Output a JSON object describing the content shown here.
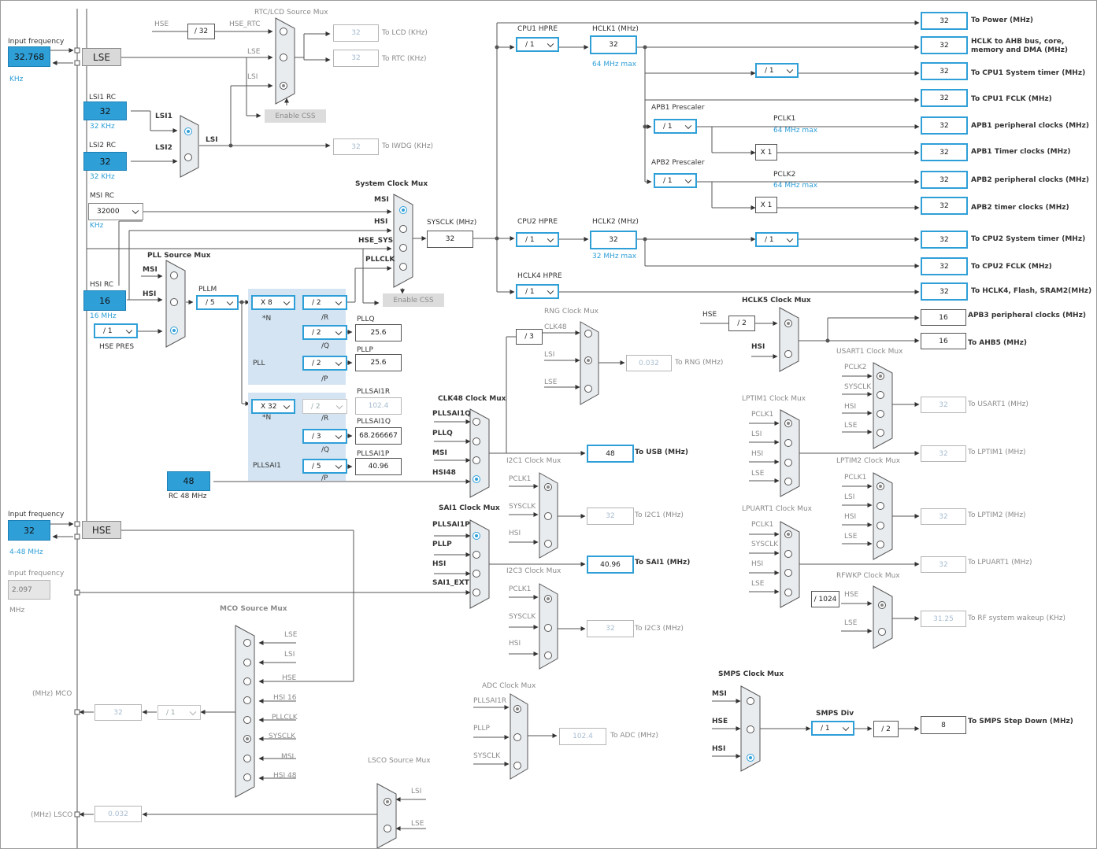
{
  "inputs": {
    "lse_in_label": "Input frequency",
    "lse_in_value": "32.768",
    "lse_in_unit": "KHz",
    "lse_name": "LSE",
    "hse_in_label": "Input frequency",
    "hse_in_value": "32",
    "hse_in_unit": "4-48 MHz",
    "hse_name": "HSE",
    "ext_in_label": "Input frequency",
    "ext_in_value": "2.097",
    "ext_in_unit": "MHz"
  },
  "lsi1": {
    "label": "LSI1 RC",
    "value": "32",
    "unit": "32 KHz"
  },
  "lsi2": {
    "label": "LSI2 RC",
    "value": "32",
    "unit": "32 KHz"
  },
  "msi": {
    "label": "MSI RC",
    "value": "32000",
    "unit": "KHz"
  },
  "hsi": {
    "label": "HSI RC",
    "value": "16",
    "unit": "16 MHz",
    "pres_label": "HSE PRES",
    "pres_value": "/ 1"
  },
  "rc48": {
    "value": "48",
    "label": "RC 48 MHz"
  },
  "rtc": {
    "title": "RTC/LCD Source Mux",
    "hse": "HSE",
    "div": "/ 32",
    "hse_rtc": "HSE_RTC",
    "lse": "LSE",
    "lsi": "LSI",
    "lcd_value": "32",
    "lcd_label": "To LCD (KHz)",
    "rtc_value": "32",
    "rtc_label": "To RTC (KHz)",
    "css": "Enable CSS"
  },
  "lsi_mux": {
    "lsi1": "LSI1",
    "lsi2": "LSI2",
    "out": "LSI",
    "iwdg_value": "32",
    "iwdg_label": "To IWDG (KHz)"
  },
  "sysmux": {
    "title": "System Clock Mux",
    "msi": "MSI",
    "hsi": "HSI",
    "hse_sys": "HSE_SYS",
    "pllclk": "PLLCLK",
    "sysclk_label": "SYSCLK (MHz)",
    "sysclk_value": "32",
    "css": "Enable CSS"
  },
  "pll": {
    "title": "PLL Source Mux",
    "msi": "MSI",
    "hsi": "HSI",
    "pllm_label": "PLLM",
    "pllm": "/ 5",
    "n": "X 8",
    "n_label": "*N",
    "r": "/ 2",
    "r_label": "/R",
    "q": "/ 2",
    "q_label": "/Q",
    "p": "/ 2",
    "p_label": "/P",
    "name": "PLL",
    "pllq_label": "PLLQ",
    "pllq_value": "25.6",
    "pllp_label": "PLLP",
    "pllp_value": "25.6"
  },
  "pllsai1": {
    "n": "X 32",
    "n_label": "*N",
    "r": "/ 2",
    "r_label": "/R",
    "q": "/ 3",
    "q_label": "/Q",
    "p": "/ 5",
    "p_label": "/P",
    "name": "PLLSAI1",
    "r_out_label": "PLLSAI1R",
    "r_out": "102.4",
    "q_out_label": "PLLSAI1Q",
    "q_out": "68.266667",
    "p_out_label": "PLLSAI1P",
    "p_out": "40.96"
  },
  "right": {
    "cpu1_hpre_label": "CPU1 HPRE",
    "cpu1_hpre": "/ 1",
    "hclk1_label": "HCLK1 (MHz)",
    "hclk1_value": "32",
    "hclk1_max": "64 MHz max",
    "power_value": "32",
    "power_label": "To Power (MHz)",
    "ahb_value": "32",
    "ahb_label1": "HCLK to AHB bus, core,",
    "ahb_label2": "memory and DMA (MHz)",
    "cpu1_systimer_div": "/ 1",
    "cpu1_systimer_value": "32",
    "cpu1_systimer_label": "To CPU1 System timer (MHz)",
    "cpu1_fclk_value": "32",
    "cpu1_fclk_label": "To CPU1 FCLK (MHz)",
    "apb1_label": "APB1 Prescaler",
    "apb1": "/ 1",
    "pclk1_label": "PCLK1",
    "pclk1_max": "64 MHz max",
    "apb1_periph_value": "32",
    "apb1_periph_label": "APB1 peripheral clocks (MHz)",
    "apb1_x": "X 1",
    "apb1_timer_value": "32",
    "apb1_timer_label": "APB1 Timer clocks (MHz)",
    "apb2_label": "APB2 Prescaler",
    "apb2": "/ 1",
    "pclk2_label": "PCLK2",
    "pclk2_max": "64 MHz max",
    "apb2_periph_value": "32",
    "apb2_periph_label": "APB2 peripheral clocks (MHz)",
    "apb2_x": "X 1",
    "apb2_timer_value": "32",
    "apb2_timer_label": "APB2 timer clocks (MHz)",
    "cpu2_hpre_label": "CPU2 HPRE",
    "cpu2_hpre": "/ 1",
    "hclk2_label": "HCLK2 (MHz)",
    "hclk2_value": "32",
    "hclk2_max": "32 MHz max",
    "cpu2_systimer_div": "/ 1",
    "cpu2_systimer_value": "32",
    "cpu2_systimer_label": "To CPU2 System timer (MHz)",
    "cpu2_fclk_value": "32",
    "cpu2_fclk_label": "To CPU2 FCLK (MHz)",
    "hclk4_label": "HCLK4 HPRE",
    "hclk4": "/ 1",
    "hclk4_value": "32",
    "hclk4_out_label": "To HCLK4, Flash, SRAM2(MHz)"
  },
  "hclk5": {
    "title": "HCLK5 Clock Mux",
    "hse": "HSE",
    "div": "/ 2",
    "hsi": "HSI",
    "apb3_value": "16",
    "apb3_label": "APB3 peripheral clocks (MHz)",
    "ahb5_value": "16",
    "ahb5_label": "To AHB5 (MHz)"
  },
  "rng": {
    "title": "RNG Clock Mux",
    "div": "/ 3",
    "clk48": "CLK48",
    "lsi": "LSI",
    "lse": "LSE",
    "value": "0.032",
    "label": "To RNG (MHz)"
  },
  "clk48": {
    "title": "CLK48 Clock Mux",
    "pllsai1q": "PLLSAI1Q",
    "pllq": "PLLQ",
    "msi": "MSI",
    "hsi48": "HSI48",
    "usb_value": "48",
    "usb_label": "To USB (MHz)"
  },
  "i2c1": {
    "title": "I2C1 Clock Mux",
    "pclk1": "PCLK1",
    "sysclk": "SYSCLK",
    "hsi": "HSI",
    "value": "32",
    "label": "To I2C1 (MHz)"
  },
  "sai1": {
    "title": "SAI1 Clock Mux",
    "pllsai1p": "PLLSAI1P",
    "pllp": "PLLP",
    "hsi": "HSI",
    "ext": "SAI1_EXT",
    "value": "40.96",
    "label": "To SAI1 (MHz)"
  },
  "i2c3": {
    "title": "I2C3 Clock Mux",
    "pclk1": "PCLK1",
    "sysclk": "SYSCLK",
    "hsi": "HSI",
    "value": "32",
    "label": "To I2C3 (MHz)"
  },
  "adc": {
    "title": "ADC Clock Mux",
    "pllsai1r": "PLLSAI1R",
    "pllp": "PLLP",
    "sysclk": "SYSCLK",
    "value": "102.4",
    "label": "To ADC (MHz)"
  },
  "usart1": {
    "title": "USART1 Clock Mux",
    "pclk2": "PCLK2",
    "sysclk": "SYSCLK",
    "hsi": "HSI",
    "lse": "LSE",
    "value": "32",
    "label": "To USART1 (MHz)"
  },
  "lptim1": {
    "title": "LPTIM1 Clock Mux",
    "pclk1": "PCLK1",
    "lsi": "LSI",
    "hsi": "HSI",
    "lse": "LSE",
    "value": "32",
    "label": "To LPTIM1 (MHz)"
  },
  "lptim2": {
    "title": "LPTIM2 Clock Mux",
    "pclk1": "PCLK1",
    "lsi": "LSI",
    "hsi": "HSI",
    "lse": "LSE",
    "value": "32",
    "label": "To LPTIM2 (MHz)"
  },
  "lpuart1": {
    "title": "LPUART1 Clock Mux",
    "pclk1": "PCLK1",
    "sysclk": "SYSCLK",
    "hsi": "HSI",
    "lse": "LSE",
    "value": "32",
    "label": "To LPUART1 (MHz)"
  },
  "rfwkp": {
    "title": "RFWKP Clock Mux",
    "div": "/ 1024",
    "hse": "HSE",
    "lse": "LSE",
    "value": "31.25",
    "label": "To RF system wakeup (KHz)"
  },
  "smps": {
    "title": "SMPS Clock Mux",
    "msi": "MSI",
    "hse": "HSE",
    "hsi": "HSI",
    "div_label": "SMPS Div",
    "div": "/ 1",
    "div2": "/ 2",
    "value": "8",
    "label": "To SMPS Step Down (MHz)"
  },
  "mco": {
    "title": "MCO Source Mux",
    "lse": "LSE",
    "lsi": "LSI",
    "hse": "HSE",
    "hsi16": "HSI 16",
    "pllclk": "PLLCLK",
    "sysclk": "SYSCLK",
    "msi": "MSI",
    "hsi48": "HSI 48",
    "out_label": "(MHz) MCO",
    "value": "32",
    "div": "/ 1"
  },
  "lsco": {
    "title": "LSCO Source Mux",
    "lsi": "LSI",
    "lse": "LSE",
    "out_label": "(MHz) LSCO",
    "value": "0.032"
  }
}
